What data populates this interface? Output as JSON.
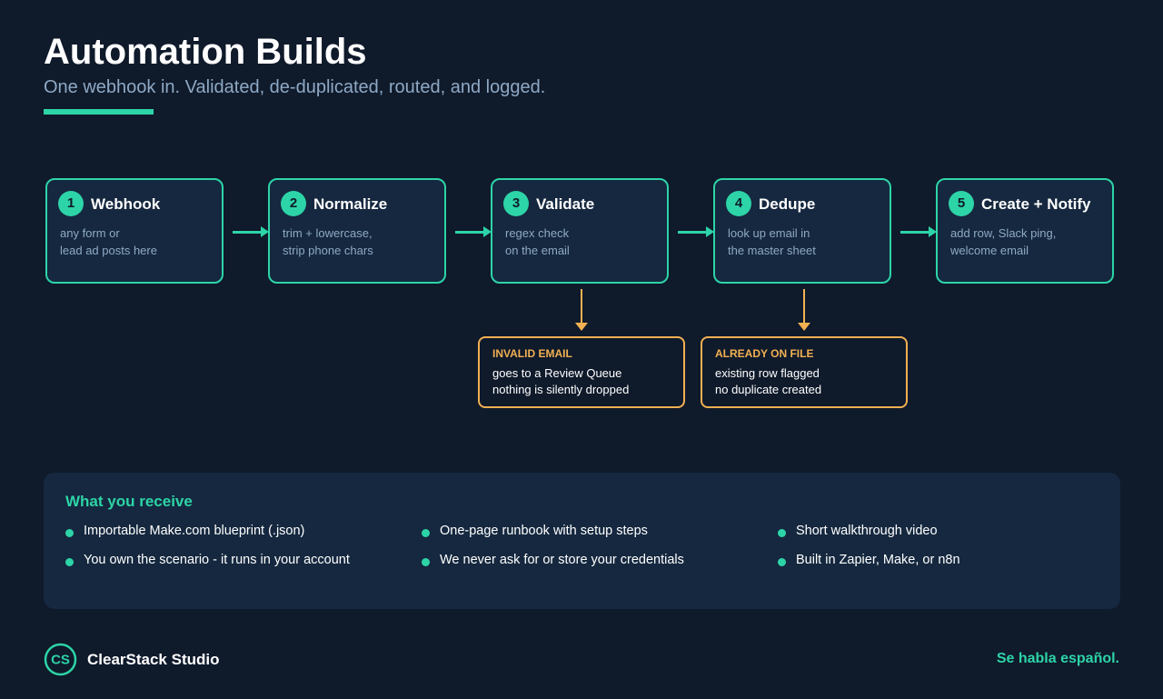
{
  "header": {
    "title": "Automation Builds",
    "subtitle": "One webhook in. Validated, de-duplicated, routed, and logged."
  },
  "steps": [
    {
      "num": "1",
      "title": "Webhook",
      "line1": "any form or",
      "line2": "lead ad posts here"
    },
    {
      "num": "2",
      "title": "Normalize",
      "line1": "trim + lowercase,",
      "line2": "strip phone chars"
    },
    {
      "num": "3",
      "title": "Validate",
      "line1": "regex check",
      "line2": "on the email"
    },
    {
      "num": "4",
      "title": "Dedupe",
      "line1": "look up email in",
      "line2": "the master sheet"
    },
    {
      "num": "5",
      "title": "Create + Notify",
      "line1": "add row, Slack ping,",
      "line2": "welcome email"
    }
  ],
  "branches": [
    {
      "title": "INVALID EMAIL",
      "line1": "goes to a Review Queue",
      "line2": "nothing is silently dropped"
    },
    {
      "title": "ALREADY ON FILE",
      "line1": "existing row flagged",
      "line2": "no duplicate created"
    }
  ],
  "receive": {
    "title": "What you receive",
    "items": [
      "Importable Make.com blueprint (.json)",
      "One-page runbook with setup steps",
      "Short walkthrough video",
      "You own the scenario - it runs in your account",
      "We never ask for or store your credentials",
      "Built in Zapier, Make, or n8n"
    ]
  },
  "footer": {
    "logo_text": "CS",
    "brand": "ClearStack Studio",
    "tagline": "Se habla español."
  },
  "colors": {
    "background": "#0f1a2b",
    "panel": "#15283f",
    "accent": "#2dd4a7",
    "warning": "#f2b052",
    "muted_text": "#8fa9c4"
  }
}
